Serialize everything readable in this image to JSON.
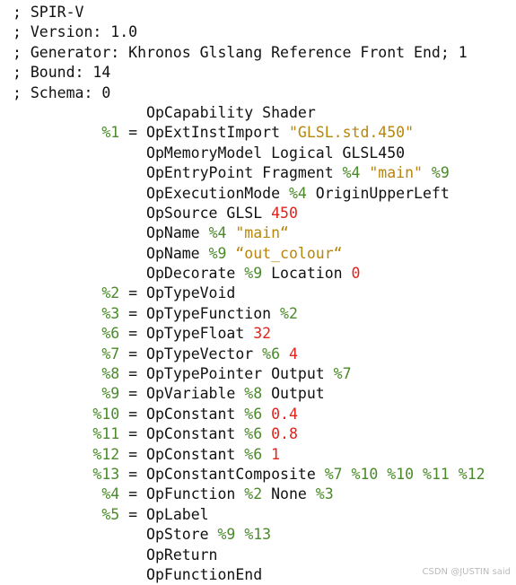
{
  "colors": {
    "text": "#111111",
    "id": "#4a8a2a",
    "string": "#b8860b",
    "number": "#e0231c",
    "background": "#ffffff"
  },
  "lines": [
    {
      "indent": "",
      "tokens": [
        {
          "t": "; SPIR-V",
          "k": "op"
        }
      ]
    },
    {
      "indent": "",
      "tokens": [
        {
          "t": "; Version: 1.0",
          "k": "op"
        }
      ]
    },
    {
      "indent": "",
      "tokens": [
        {
          "t": "; Generator: Khronos Glslang Reference Front End; 1",
          "k": "op"
        }
      ]
    },
    {
      "indent": "",
      "tokens": [
        {
          "t": "; Bound: 14",
          "k": "op"
        }
      ]
    },
    {
      "indent": "",
      "tokens": [
        {
          "t": "; Schema: 0",
          "k": "op"
        }
      ]
    },
    {
      "indent": "               ",
      "tokens": [
        {
          "t": "OpCapability Shader",
          "k": "op"
        }
      ]
    },
    {
      "indent": "          ",
      "tokens": [
        {
          "t": "%1",
          "k": "id"
        },
        {
          "t": " = OpExtInstImport ",
          "k": "op"
        },
        {
          "t": "\"GLSL.std.450\"",
          "k": "str"
        }
      ]
    },
    {
      "indent": "               ",
      "tokens": [
        {
          "t": "OpMemoryModel Logical GLSL450",
          "k": "op"
        }
      ]
    },
    {
      "indent": "               ",
      "tokens": [
        {
          "t": "OpEntryPoint Fragment ",
          "k": "op"
        },
        {
          "t": "%4",
          "k": "id"
        },
        {
          "t": " ",
          "k": "op"
        },
        {
          "t": "\"main\"",
          "k": "str"
        },
        {
          "t": " ",
          "k": "op"
        },
        {
          "t": "%9",
          "k": "id"
        }
      ]
    },
    {
      "indent": "               ",
      "tokens": [
        {
          "t": "OpExecutionMode ",
          "k": "op"
        },
        {
          "t": "%4",
          "k": "id"
        },
        {
          "t": " OriginUpperLeft",
          "k": "op"
        }
      ]
    },
    {
      "indent": "               ",
      "tokens": [
        {
          "t": "OpSource GLSL ",
          "k": "op"
        },
        {
          "t": "450",
          "k": "num"
        }
      ]
    },
    {
      "indent": "               ",
      "tokens": [
        {
          "t": "OpName ",
          "k": "op"
        },
        {
          "t": "%4",
          "k": "id"
        },
        {
          "t": " ",
          "k": "op"
        },
        {
          "t": "\"main“",
          "k": "str"
        }
      ]
    },
    {
      "indent": "               ",
      "tokens": [
        {
          "t": "OpName ",
          "k": "op"
        },
        {
          "t": "%9",
          "k": "id"
        },
        {
          "t": " ",
          "k": "op"
        },
        {
          "t": "“out_colour“",
          "k": "str"
        }
      ]
    },
    {
      "indent": "               ",
      "tokens": [
        {
          "t": "OpDecorate ",
          "k": "op"
        },
        {
          "t": "%9",
          "k": "id"
        },
        {
          "t": " Location ",
          "k": "op"
        },
        {
          "t": "0",
          "k": "num"
        }
      ]
    },
    {
      "indent": "          ",
      "tokens": [
        {
          "t": "%2",
          "k": "id"
        },
        {
          "t": " = OpTypeVoid",
          "k": "op"
        }
      ]
    },
    {
      "indent": "          ",
      "tokens": [
        {
          "t": "%3",
          "k": "id"
        },
        {
          "t": " = OpTypeFunction ",
          "k": "op"
        },
        {
          "t": "%2",
          "k": "id"
        }
      ]
    },
    {
      "indent": "          ",
      "tokens": [
        {
          "t": "%6",
          "k": "id"
        },
        {
          "t": " = OpTypeFloat ",
          "k": "op"
        },
        {
          "t": "32",
          "k": "num"
        }
      ]
    },
    {
      "indent": "          ",
      "tokens": [
        {
          "t": "%7",
          "k": "id"
        },
        {
          "t": " = OpTypeVector ",
          "k": "op"
        },
        {
          "t": "%6",
          "k": "id"
        },
        {
          "t": " ",
          "k": "op"
        },
        {
          "t": "4",
          "k": "num"
        }
      ]
    },
    {
      "indent": "          ",
      "tokens": [
        {
          "t": "%8",
          "k": "id"
        },
        {
          "t": " = OpTypePointer Output ",
          "k": "op"
        },
        {
          "t": "%7",
          "k": "id"
        }
      ]
    },
    {
      "indent": "          ",
      "tokens": [
        {
          "t": "%9",
          "k": "id"
        },
        {
          "t": " = OpVariable ",
          "k": "op"
        },
        {
          "t": "%8",
          "k": "id"
        },
        {
          "t": " Output",
          "k": "op"
        }
      ]
    },
    {
      "indent": "         ",
      "tokens": [
        {
          "t": "%10",
          "k": "id"
        },
        {
          "t": " = OpConstant ",
          "k": "op"
        },
        {
          "t": "%6",
          "k": "id"
        },
        {
          "t": " ",
          "k": "op"
        },
        {
          "t": "0.4",
          "k": "num"
        }
      ]
    },
    {
      "indent": "         ",
      "tokens": [
        {
          "t": "%11",
          "k": "id"
        },
        {
          "t": " = OpConstant ",
          "k": "op"
        },
        {
          "t": "%6",
          "k": "id"
        },
        {
          "t": " ",
          "k": "op"
        },
        {
          "t": "0.8",
          "k": "num"
        }
      ]
    },
    {
      "indent": "         ",
      "tokens": [
        {
          "t": "%12",
          "k": "id"
        },
        {
          "t": " = OpConstant ",
          "k": "op"
        },
        {
          "t": "%6",
          "k": "id"
        },
        {
          "t": " ",
          "k": "op"
        },
        {
          "t": "1",
          "k": "num"
        }
      ]
    },
    {
      "indent": "         ",
      "tokens": [
        {
          "t": "%13",
          "k": "id"
        },
        {
          "t": " = OpConstantComposite ",
          "k": "op"
        },
        {
          "t": "%7",
          "k": "id"
        },
        {
          "t": " ",
          "k": "op"
        },
        {
          "t": "%10",
          "k": "id"
        },
        {
          "t": " ",
          "k": "op"
        },
        {
          "t": "%10",
          "k": "id"
        },
        {
          "t": " ",
          "k": "op"
        },
        {
          "t": "%11",
          "k": "id"
        },
        {
          "t": " ",
          "k": "op"
        },
        {
          "t": "%12",
          "k": "id"
        }
      ]
    },
    {
      "indent": "          ",
      "tokens": [
        {
          "t": "%4",
          "k": "id"
        },
        {
          "t": " = OpFunction ",
          "k": "op"
        },
        {
          "t": "%2",
          "k": "id"
        },
        {
          "t": " None ",
          "k": "op"
        },
        {
          "t": "%3",
          "k": "id"
        }
      ]
    },
    {
      "indent": "          ",
      "tokens": [
        {
          "t": "%5",
          "k": "id"
        },
        {
          "t": " = OpLabel",
          "k": "op"
        }
      ]
    },
    {
      "indent": "               ",
      "tokens": [
        {
          "t": "OpStore ",
          "k": "op"
        },
        {
          "t": "%9",
          "k": "id"
        },
        {
          "t": " ",
          "k": "op"
        },
        {
          "t": "%13",
          "k": "id"
        }
      ]
    },
    {
      "indent": "               ",
      "tokens": [
        {
          "t": "OpReturn",
          "k": "op"
        }
      ]
    },
    {
      "indent": "               ",
      "tokens": [
        {
          "t": "OpFunctionEnd",
          "k": "op"
        }
      ]
    }
  ],
  "watermark": "CSDN @JUSTIN said"
}
